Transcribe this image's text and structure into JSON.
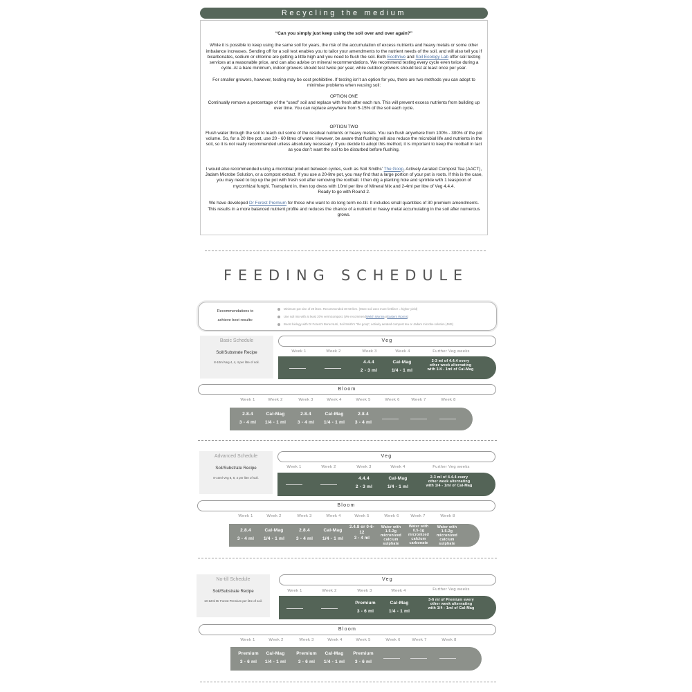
{
  "article": {
    "title": "Recycling the medium",
    "question": "“Can you simply just keep using the soil over and over again?”",
    "p1a": "While it is possible to keep using the same soil for years, the risk of the accumulation of excess nutrients and heavy metals or some other imbalance increases. Sending off for a soil test enables you to tailor your amendments to the nutrient needs of the soil, and will also tell you if bicarbonates, sodium or chlorine are getting a little high and you need to flush the soil. Both ",
    "link_ecothrive": "Ecothrive",
    "p1b": " and ",
    "link_soil_ecology": "Soil Ecology Lab",
    "p1c": " offer soil testing services at a reasonable price, and can also advise on mineral recommendations. We recommend testing every cycle even twice during a cycle. At a bare minimum, indoor growers should test twice per year, while outdoor growers should test at least once per year.",
    "p2": "For smaller growers, however, testing may be cost prohibitive. If testing isn’t an option for you, there are two methods you can adopt to minimise problems when reusing soil:",
    "opt1_head": "OPTION ONE",
    "opt1_body": "Continually remove a percentage of the “used” soil and replace with fresh after each run. This will prevent excess nutrients from building up over time. You can replace anywhere from 5-15% of the soil each cycle.",
    "opt2_head": "OPTION TWO",
    "opt2_body": "Flush water through the soil to leach out some of the residual nutrients or heavy metals.  You can flush anywhere from 100% - 300% of the pot volume. So, for a 20 litre pot, use 20 - 60 litres of water. However, be aware that flushing will also reduce the microbial life and nutrients in the soil, so it is not really recommended unless absolutely necessary.  If you decide to adopt this method, it is important to keep the rootball in tact as you don’t want the soil to be disturbed before flushing.",
    "p3a": "I would also recommended using a microbial product between cycles, such as Soil Smiths’ ",
    "link_goop": "The Goop",
    "p3b": ", Actively Aerated Compost Tea (AACT), Jadam Microbe Solution, or a compost extract. If you use a 20-litre pot, you may find that a large portion of your pot is roots. If this is the case, you may need to top up the pot with fresh soil after removing the rootball.  I then dig a planting hole and sprinkle with 1 teaspoon of mycorrhizal funghi. Transplant in, then top dress with 10ml per litre of Mineral Mix and 2-4ml per litre of Veg 4.4.4.",
    "p3c": "Ready to go with Round 2.",
    "p4a": "We have developed ",
    "link_premium": "Dr Forest Premium",
    "p4b": " for those who want to do long term no-till. It includes small quantities of 30 premium amendments. This results in a more balanced nutrient profile and reduces the chance of a nutrient or heavy metal accumulating in the soil after numerous grows."
  },
  "feeding": {
    "title": "FEEDING SCHEDULE",
    "rec_label_1": "Recommendations to",
    "rec_label_2": "achieve best results:",
    "rec1": "Minimum pot size of 20 litres. Recommended 30-50 litre. (More soil uses more fertilizer = higher yield)",
    "rec2a": "Use soil mix with at least 20% vermicompost. (We recommend ",
    "rec2_link1": "Welsh Worms",
    "rec2b": " or ",
    "rec2_link2": "Eastern Worms",
    "rec2c": ")",
    "rec3": "Boost biology with Dr Forest’s Bone Nutri, Soil Smith’s “the goop”, actively aerated compost tea or Jadam microbe solution (JMS)"
  },
  "schedules": [
    {
      "name": "Basic Schedule",
      "recipe_label": "Soil/Substrate Recipe",
      "recipe": "8-10ml Veg 4, 4, 4 per litre of soil.",
      "veg_label": "Veg",
      "veg_weeks": [
        "Week 1",
        "Week 2",
        "Week 3",
        "Week 4",
        "Further Veg weeks"
      ],
      "veg_cells": [
        [
          "4.4.4",
          "2 - 3 ml"
        ],
        [
          "Cal-Mag",
          "1/4 - 1 ml"
        ],
        [
          "2-3 ml of 4.4.4 every other week alternating with 1/4 - 1ml of Cal-Mag"
        ]
      ],
      "bloom_label": "Bloom",
      "bloom_weeks": [
        "Week 1",
        "Week 2",
        "Week 3",
        "Week 4",
        "Week 5",
        "Week 6",
        "Week 7",
        "Week 8"
      ],
      "bloom_cells": [
        [
          "2.8.4",
          "3 - 4 ml"
        ],
        [
          "Cal-Mag",
          "1/4 - 1 ml"
        ],
        [
          "2.8.4",
          "3 - 4 ml"
        ],
        [
          "Cal-Mag",
          "1/4 - 1 ml"
        ],
        [
          "2.8.4",
          "3 - 4 ml"
        ]
      ]
    },
    {
      "name": "Advanced Schedule",
      "recipe_label": "Soil/Substrate Recipe",
      "recipe": "8-10ml Veg 8, 8, 4 per litre of soil.",
      "veg_label": "Veg",
      "veg_weeks": [
        "Week 1",
        "Week 2",
        "Week 3",
        "Week 4",
        "Further Veg weeks"
      ],
      "veg_cells": [
        [
          "4.4.4",
          "2 - 3 ml"
        ],
        [
          "Cal-Mag",
          "1/4 - 1 ml"
        ],
        [
          "2-3 ml of 4.4.4 every other week alternating with 1/4 - 1ml of Cal-Mag"
        ]
      ],
      "bloom_label": "Bloom",
      "bloom_weeks": [
        "Week 1",
        "Week 2",
        "Week 3",
        "Week 4",
        "Week 5",
        "Week 6",
        "Week 7",
        "Week 8"
      ],
      "bloom_cells": [
        [
          "2.8.4",
          "3 - 4 ml"
        ],
        [
          "Cal-Mag",
          "1/4 - 1 ml"
        ],
        [
          "2.8.4",
          "3 - 4 ml"
        ],
        [
          "Cal-Mag",
          "1/4 - 1 ml"
        ],
        [
          "2.4.8 or 0-6-12",
          "3 - 4 ml"
        ],
        [
          "Water with 1.5-2g micronized calcium sulphate"
        ],
        [
          "Water with 0.5-1g micronized calcium carbonate"
        ],
        [
          "Water with 1.5-2g micronized calcium sulphate"
        ]
      ]
    },
    {
      "name": "No-till Schedule",
      "recipe_label": "Soil/Substrate Recipe",
      "recipe": "10-12ml Dr Forest Premium per litre of soil.",
      "veg_label": "Veg",
      "veg_weeks": [
        "Week 1",
        "Week 2",
        "Week 3",
        "Week 4",
        "Further Veg weeks"
      ],
      "veg_cells": [
        [
          "Premium",
          "3 - 6 ml"
        ],
        [
          "Cal-Mag",
          "1/4 - 1 ml"
        ],
        [
          "3-6 ml of Premium every other week alternating with 1/4 - 1ml of Cal-Mag"
        ]
      ],
      "bloom_label": "Bloom",
      "bloom_weeks": [
        "Week 1",
        "Week 2",
        "Week 3",
        "Week 4",
        "Week 5",
        "Week 6",
        "Week 7",
        "Week 8"
      ],
      "bloom_cells": [
        [
          "Premium",
          "3 - 6 ml"
        ],
        [
          "Cal-Mag",
          "1/4 - 1 ml"
        ],
        [
          "Premium",
          "3 - 6 ml"
        ],
        [
          "Cal-Mag",
          "1/4 - 1 ml"
        ],
        [
          "Premium",
          "3 - 6 ml"
        ]
      ]
    }
  ],
  "colors": {
    "veg": "#546457",
    "bloom": "#8d918b",
    "title_bar": "#56665a"
  }
}
